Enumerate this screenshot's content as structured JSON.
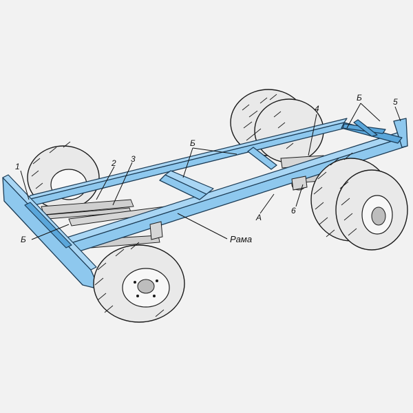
{
  "labels": {
    "l1": "1",
    "l2": "2",
    "l3": "3",
    "l4": "4",
    "l5": "5",
    "l6": "6",
    "b_top_middle": "Б",
    "b_top_right": "Б",
    "b_left": "Б",
    "a": "А",
    "rama": "Рама"
  }
}
